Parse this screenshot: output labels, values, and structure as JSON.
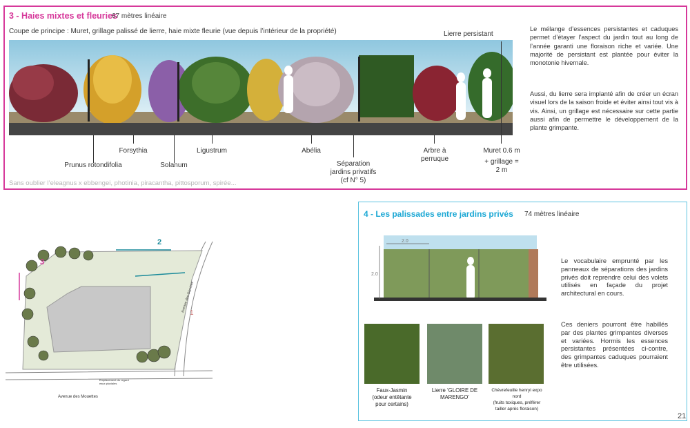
{
  "section3": {
    "title": "3 - Haies mixtes et fleuries",
    "length": "67 mètres linéaire",
    "subtitle": "Coupe de principe : Muret, grillage palissé de lierre, haie mixte fleurie (vue depuis l’intérieur de la propriété)",
    "lierre_label": "Lierre persistant",
    "paragraph1": "Le mélange d’essences persistantes et caduques permet d’étayer l’aspect du jardin tout au long de l’année garanti une floraison riche et variée. Une majorité de persistant est plantée pour éviter la monotonie hivernale.",
    "paragraph2": "Aussi, du lierre sera implanté afin de créer un écran visuel lors de la saison froide et éviter ainsi tout vis à vis. Ainsi, un grillage est nécessaire sur cette partie aussi afin de permettre le développement de la plante grimpante.",
    "labels": {
      "prunus": "Prunus rotondifolia",
      "forsythia": "Forsythia",
      "solanum": "Solanum",
      "ligustrum": "Ligustrum",
      "abelia": "Abélia",
      "separation": [
        "Séparation",
        "jardins privatifs",
        "(cf N° 5)"
      ],
      "arbre": [
        "Arbre à",
        "perruque"
      ],
      "muret": [
        "Muret 0.6 m",
        "+ grillage =",
        "2 m"
      ]
    },
    "footnote": "Sans oublier l’eleagnus x ebbengei, photinia, piracantha, pittosporum, spirée..."
  },
  "plan": {
    "label_3": "3",
    "label_2": "2",
    "label_1": "1",
    "street_bottom": "Avenue des Mouettes",
    "street_right": "Avenue des Glycines",
    "note": "Emplacement du regard eaux pluviales"
  },
  "section4": {
    "title": "4 - Les palissades entre jardins privés",
    "length": "74 mètres linéaire",
    "dim_width": "2.0",
    "dim_height": "2.0",
    "paragraph1": "Le vocabulaire emprunté par les panneaux de séparations des jardins privés doit reprendre celui des volets utilisés en façade du projet architectural en cours.",
    "paragraph2": "Ces deniers pourront être habillés par des plantes grimpantes diverses et variées. Hormis les essences persistantes présentées ci-contre, des grimpantes caduques pourraient être utilisées.",
    "photos": [
      {
        "caption_lines": [
          "Faux-Jasmin",
          "(odeur entêtante",
          "pour certains)"
        ]
      },
      {
        "caption_lines": [
          "Lierre ‘GLOIRE DE",
          "MARENGO’"
        ]
      },
      {
        "caption_lines": [
          "Chèvrefeuille henryi expo",
          "nord",
          "(fruits toxiques, préférer",
          "tailler après floraison)"
        ]
      }
    ]
  },
  "page_number": "21",
  "colors": {
    "section3_border": "#d6389a",
    "section4_border": "#5bc3e0",
    "section4_title": "#1aa7d4"
  }
}
